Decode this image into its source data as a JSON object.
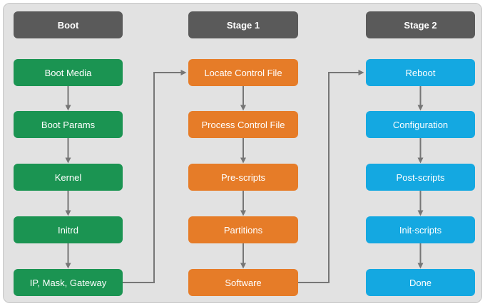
{
  "diagram": {
    "columns": [
      {
        "header": "Boot",
        "color": "#1B9452",
        "items": [
          "Boot Media",
          "Boot Params",
          "Kernel",
          "Initrd",
          "IP, Mask, Gateway"
        ]
      },
      {
        "header": "Stage 1",
        "color": "#E67C28",
        "items": [
          "Locate Control File",
          "Process Control File",
          "Pre-scripts",
          "Partitions",
          "Software"
        ]
      },
      {
        "header": "Stage 2",
        "color": "#14A8E1",
        "items": [
          "Reboot",
          "Configuration",
          "Post-scripts",
          "Init-scripts",
          "Done"
        ]
      }
    ],
    "colors": {
      "header_bg": "#5A5A5A",
      "panel_bg": "#E2E2E2",
      "panel_border": "#C6C6C6",
      "arrow": "#767676",
      "text": "#FFFFFF"
    }
  }
}
